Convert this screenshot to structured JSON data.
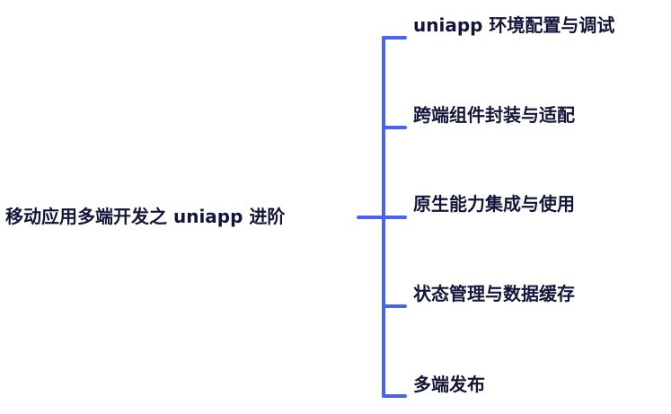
{
  "mindmap": {
    "root": "移动应用多端开发之 uniapp 进阶",
    "branches": [
      {
        "label": "uniapp 环境配置与调试"
      },
      {
        "label": "跨端组件封装与适配"
      },
      {
        "label": "原生能力集成与使用"
      },
      {
        "label": "状态管理与数据缓存"
      },
      {
        "label": "多端发布"
      }
    ]
  },
  "colors": {
    "connector": "#4a62ee",
    "text": "#13163a",
    "background": "#ffffff"
  }
}
